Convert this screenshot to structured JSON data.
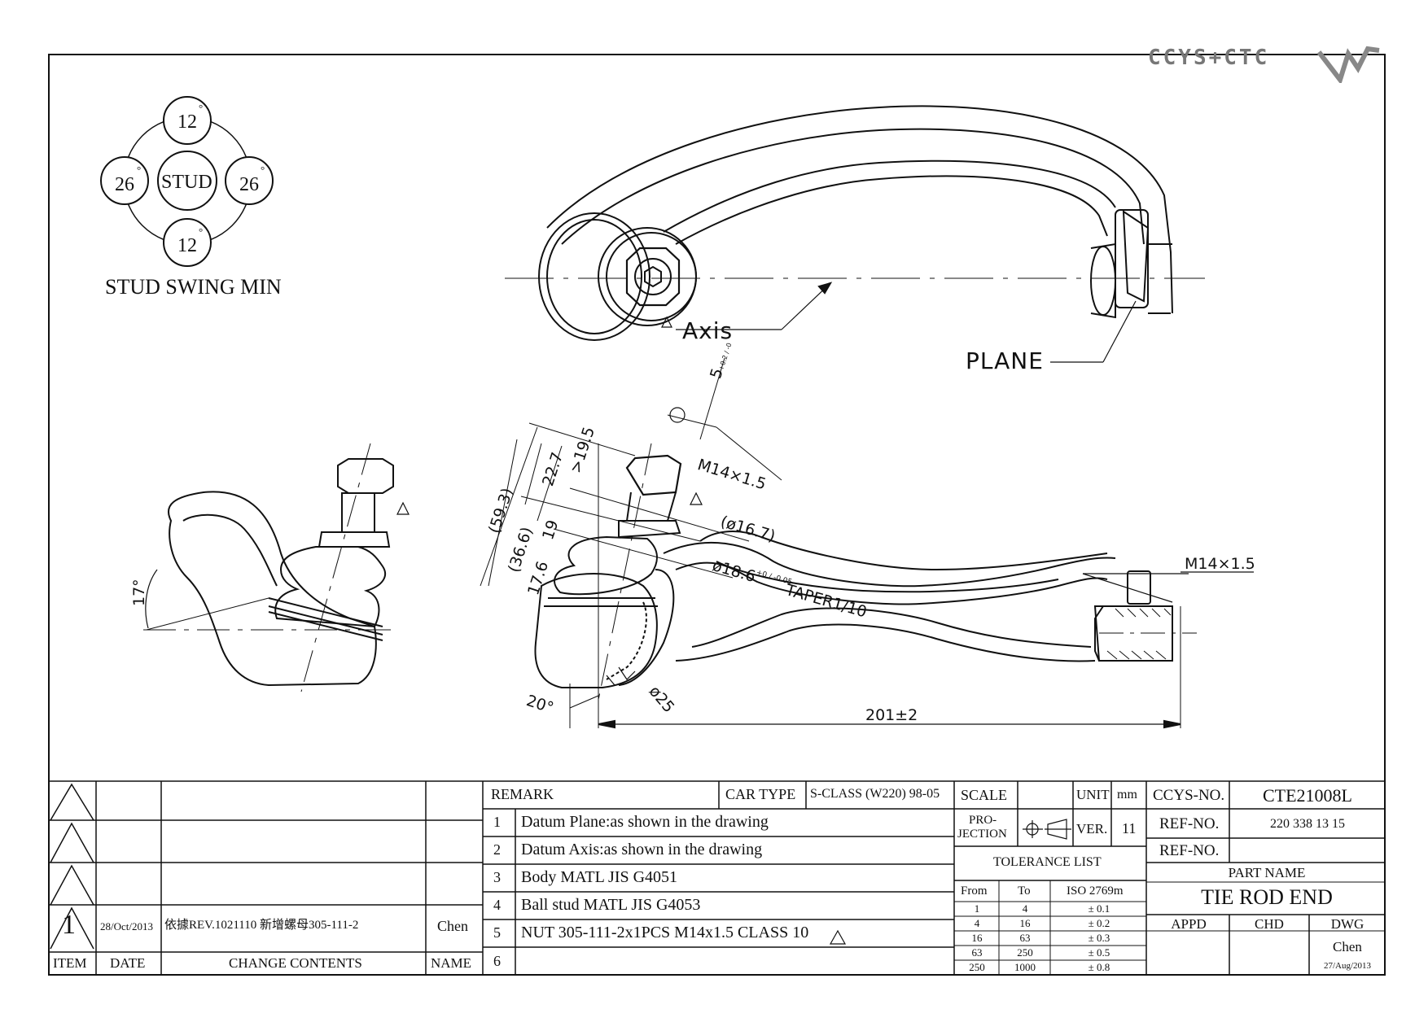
{
  "logo": {
    "text": "CCYS+CTC"
  },
  "swing": {
    "top": "12",
    "bottom": "12",
    "left": "26",
    "right": "26",
    "degree": "°",
    "center": "STUD",
    "caption": "STUD SWING MIN"
  },
  "labels": {
    "axis": "Axis",
    "plane": "PLANE",
    "m14_top": "M14×1.5",
    "m14_right": "M14×1.5",
    "d16": "(ø16.7)",
    "d18": "ø18.6",
    "d18_tol": "+0 / -0.05",
    "taper": "TAPER1/10",
    "d25": "ø25",
    "dim_201": "201±2",
    "dim_20": "20°",
    "dim_17deg": "17°",
    "dim_593": "(59.3)",
    "dim_366": "(36.6)",
    "dim_227": "22.7",
    "dim_195": ">19.5",
    "dim_19": "19",
    "dim_176": "17.6",
    "dim_5": "5",
    "dim_5_tol": "+0.2 / -0"
  },
  "revisions": {
    "rows": [
      {
        "mark": "",
        "date": "",
        "contents": "",
        "name": ""
      },
      {
        "mark": "",
        "date": "",
        "contents": "",
        "name": ""
      },
      {
        "mark": "",
        "date": "",
        "contents": "",
        "name": ""
      },
      {
        "mark": "1",
        "date": "28/Oct/2013",
        "contents": "依據REV.1021110  新增螺母305-111-2",
        "name": "Chen"
      }
    ],
    "headers": {
      "item": "ITEM",
      "date": "DATE",
      "contents": "CHANGE CONTENTS",
      "name": "NAME"
    }
  },
  "remarks": {
    "header": "REMARK",
    "car_type_label": "CAR TYPE",
    "car_type": "S-CLASS (W220) 98-05",
    "items": [
      {
        "no": "1",
        "text": "Datum Plane:as shown in the drawing"
      },
      {
        "no": "2",
        "text": "Datum Axis:as shown in the drawing"
      },
      {
        "no": "3",
        "text": "Body MATL JIS G4051"
      },
      {
        "no": "4",
        "text": "Ball stud MATL JIS G4053"
      },
      {
        "no": "5",
        "text": "NUT 305-111-2x1PCS M14x1.5 CLASS 10"
      },
      {
        "no": "6",
        "text": ""
      }
    ]
  },
  "scale": {
    "scale_label": "SCALE",
    "scale_value": "",
    "unit_label": "UNIT",
    "unit_value": "mm",
    "projection_label_1": "PRO-",
    "projection_label_2": "JECTION",
    "ver_label": "VER.",
    "ver_value": "11"
  },
  "tolerance": {
    "title": "TOLERANCE LIST",
    "headers": [
      "From",
      "To",
      "ISO 2769m"
    ],
    "rows": [
      [
        "1",
        "4",
        "± 0.1"
      ],
      [
        "4",
        "16",
        "± 0.2"
      ],
      [
        "16",
        "63",
        "± 0.3"
      ],
      [
        "63",
        "250",
        "± 0.5"
      ],
      [
        "250",
        "1000",
        "± 0.8"
      ]
    ]
  },
  "title_block": {
    "ccys_label": "CCYS-NO.",
    "ccys_value": "CTE21008L",
    "ref1_label": "REF-NO.",
    "ref1_value": "220 338 13 15",
    "ref2_label": "REF-NO.",
    "ref2_value": "",
    "part_name_label": "PART NAME",
    "part_name": "TIE ROD END",
    "appd": "APPD",
    "chd": "CHD",
    "dwg": "DWG",
    "dwg_name": "Chen",
    "dwg_date": "27/Aug/2013"
  }
}
